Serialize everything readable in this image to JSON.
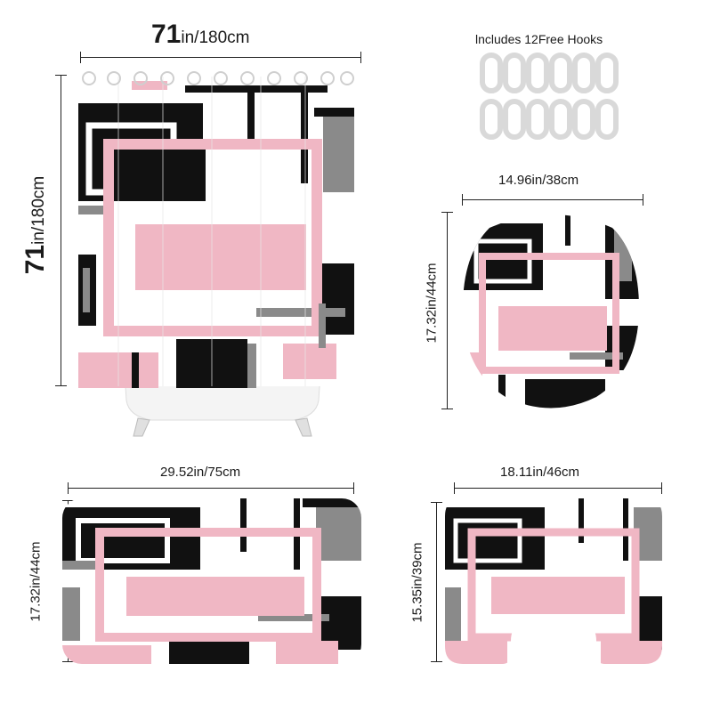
{
  "curtain": {
    "width_big": "71",
    "width_rest": "in/180cm",
    "height_big": "71",
    "height_rest": "in/180cm"
  },
  "hooks": {
    "label": "lncludes 12Free Hooks"
  },
  "lid_cover": {
    "width": "14.96in/38cm",
    "height": "17.32in/44cm"
  },
  "bath_mat": {
    "width": "29.52in/75cm",
    "height": "17.32in/44cm"
  },
  "contour_mat": {
    "width": "18.11in/46cm",
    "height": "15.35in/39cm"
  },
  "colors": {
    "pink": "#f0b7c4",
    "black": "#111111",
    "gray": "#8a8a8a",
    "white": "#ffffff"
  }
}
